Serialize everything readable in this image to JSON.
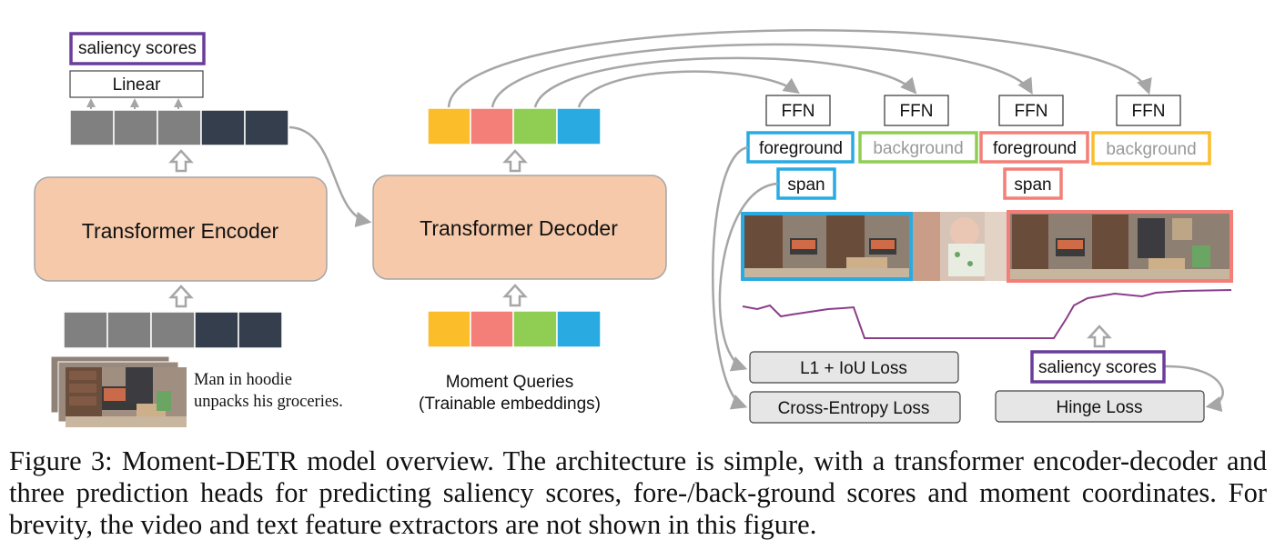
{
  "colors": {
    "purple": "#6a3d9a",
    "blue": "#29abe2",
    "green": "#8fce52",
    "salmon": "#f37f78",
    "yellow": "#fbbd2a",
    "block_fill": "#f5c9aa",
    "token_gray": "#808080",
    "token_dark": "#353e4c",
    "loss_fill": "#e6e6e6",
    "arrow": "#a6a6a6",
    "saliency_line": "#8a3e8a"
  },
  "encoder": {
    "label": "Transformer Encoder",
    "output_head": "Linear",
    "output": "saliency scores",
    "input_caption": "Man in hoodie unpacks his groceries.",
    "input_caption_lines": [
      "Man in hoodie",
      "unpacks his groceries."
    ]
  },
  "decoder": {
    "label": "Transformer Decoder",
    "queries_label": "Moment Queries",
    "queries_sublabel": "(Trainable embeddings)"
  },
  "heads": [
    {
      "ffn": "FFN",
      "cls": "foreground",
      "span": "span",
      "color": "blue"
    },
    {
      "ffn": "FFN",
      "cls": "background",
      "color": "green"
    },
    {
      "ffn": "FFN",
      "cls": "foreground",
      "span": "span",
      "color": "salmon"
    },
    {
      "ffn": "FFN",
      "cls": "background",
      "color": "yellow"
    }
  ],
  "losses": {
    "l1": "L1 + IoU Loss",
    "ce": "Cross-Entropy Loss",
    "saliency": "saliency scores",
    "hinge": "Hinge Loss"
  },
  "caption": "Figure 3: Moment-DETR model overview. The architecture is simple, with a transformer encoder-decoder and three prediction heads for predicting saliency scores, fore-/back-ground scores and moment coordinates. For brevity, the video and text feature extractors are not shown in this figure."
}
